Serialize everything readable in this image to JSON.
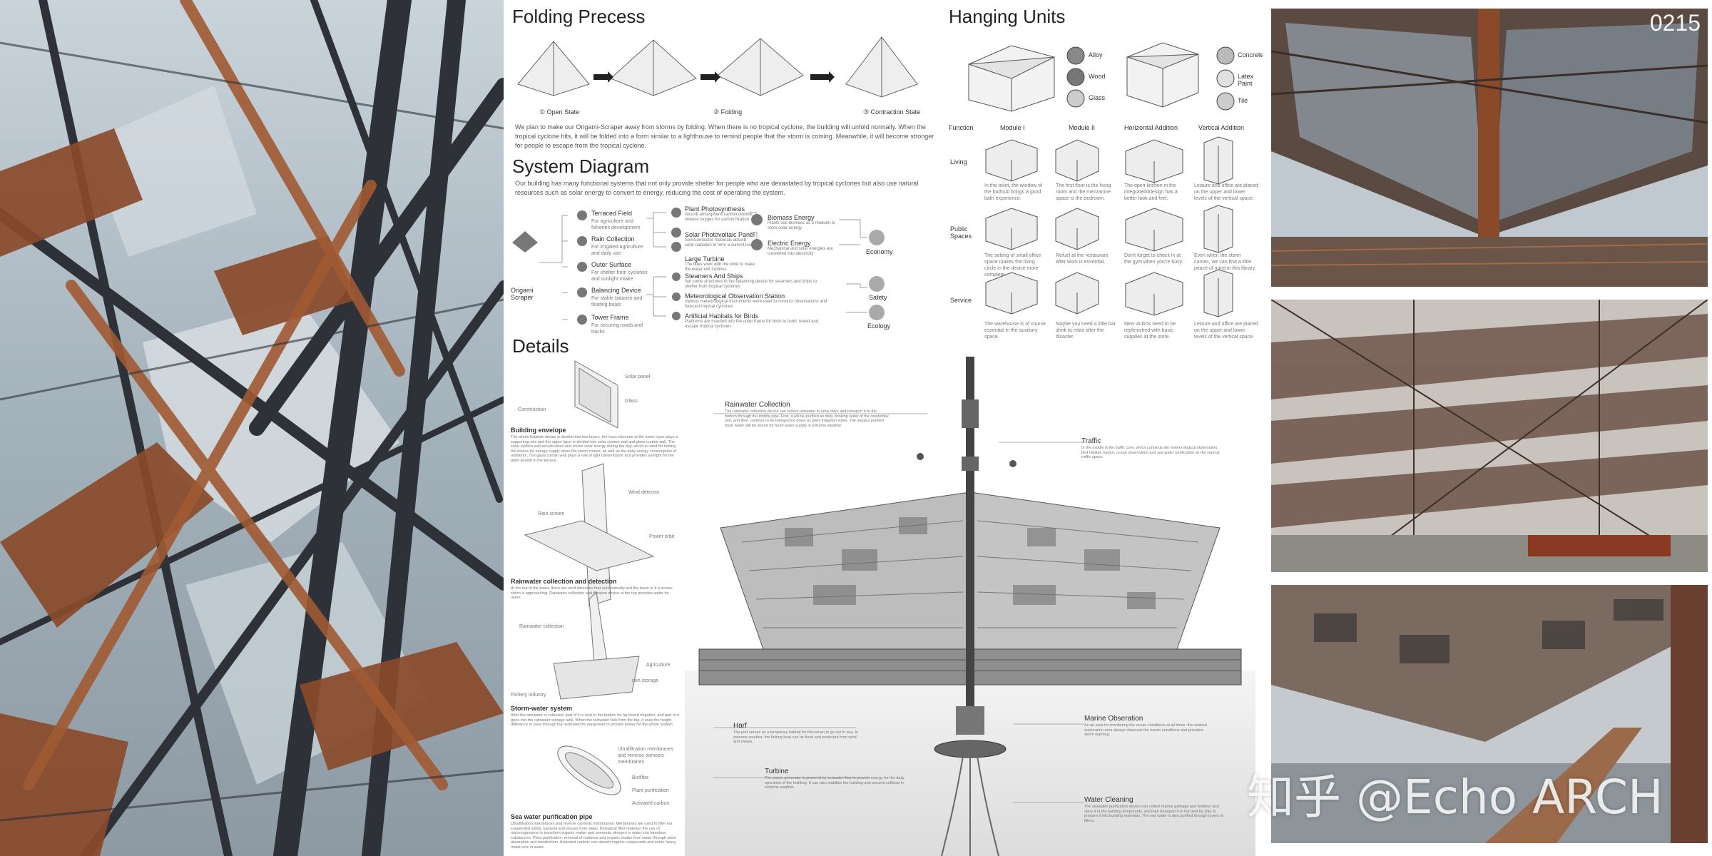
{
  "sheet_number": "0215",
  "watermark": "知乎 @Echo ARCH",
  "folding": {
    "title": "Folding Precess",
    "states": [
      "① Open State",
      "② Folding",
      "③ Contraction State"
    ],
    "text": "We plan to make our Origami-Scraper away from storms by folding. When there is no tropical cyclone, the building will unfold normally. When the tropical cyclone hits, it will be folded into a form similar to a lighthouse to remind people that the storm is coming. Meanwhile, it will become stronger for people to escape from the tropical cyclone."
  },
  "system": {
    "title": "System Diagram",
    "text": "Our building has many functional systems that not only provide shelter for people who are devastated by tropical cyclones but also use natural resources such as solar energy to convert to energy, reducing the cost of operating the system.",
    "root": "Origami Scraper",
    "components": [
      {
        "label": "Terraced Field",
        "desc": "For agriculture and fisheries development"
      },
      {
        "label": "Rain Collection",
        "desc": "For irrigated agriculture and daily use"
      },
      {
        "label": "Outer Surface",
        "desc": "For shelter from cyclones and sunlight intake"
      },
      {
        "label": "Balancing Device",
        "desc": "For stable balance and floating boats"
      },
      {
        "label": "Tower Frame",
        "desc": "For securing roads and tracks"
      }
    ],
    "processes": [
      {
        "label": "Plant Photosynthesis",
        "desc": "Absorb atmospheric carbon dioxide, release oxygen for carbon fixation"
      },
      {
        "label": "Solar Photovoltaic Panel",
        "desc": "Semiconductor materials absorb solar radiation to form a current loop"
      },
      {
        "label": "Large Turbine",
        "desc": "The tides work with the wind to make the water exit turbines"
      },
      {
        "label": "Steamers And Ships",
        "desc": "Set some structures in the balancing device for steamers and ships to shelter from tropical cyclones"
      },
      {
        "label": "Meteorological Observation Station",
        "desc": "Various meteorological instruments were used to conduct observations and forecast tropical cyclones"
      },
      {
        "label": "Artificial Habitats for Birds",
        "desc": "Platforms are inserted into the outer frame for birds to build, breed and escape tropical cyclones"
      }
    ],
    "outputs": [
      {
        "label": "Biomass Energy",
        "desc": "Plants use biomass as a medium to store solar energy"
      },
      {
        "label": "Electric Energy",
        "desc": "Mechanical and solar energies are converted into electricity"
      }
    ],
    "categories": [
      "Economy",
      "Safety",
      "Ecology"
    ]
  },
  "hanging": {
    "title": "Hanging Units",
    "materials_left": [
      "Alloy",
      "Wood",
      "Glass"
    ],
    "materials_right": [
      "Concrete",
      "Latex Paint",
      "Tile"
    ],
    "headers": [
      "Function",
      "Module I",
      "Module II",
      "Horizontal Addition",
      "Vertical Addition"
    ],
    "rows": [
      {
        "label": "Living",
        "cells": [
          "In the toilet, the window of the bathtub brings a good bath experience.",
          "The first floor is the living room and the mezzanine space is the bedroom.",
          "The open kitchen in the integratedddesign has a better look and feel.",
          "Leisure and office are placed on the upper and lower levels of the vertical space."
        ]
      },
      {
        "label": "Public Spaces",
        "cells": [
          "The setting of small office space makes the living circle in the device more complete.",
          "Refuel at the restaurant after work is essential.",
          "Don't forget to check in at the gym when you're busy.",
          "Even when the storm comes, we can find a little peace of mind in this library."
        ]
      },
      {
        "label": "Service",
        "cells": [
          "The warehouse is of course essential in the auxiliary space.",
          "Maybe you need a little bar drink to relax after the disaster.",
          "New victims need to be replenished with basic supplies at the store.",
          "Leisure and office are placed on the upper and lower levels of the vertical space."
        ]
      }
    ]
  },
  "details": {
    "title": "Details",
    "blocks": [
      {
        "title": "Building envelope",
        "text": "The whole foldable device is divided into two layers, the truss structure at the lower layer plays a supporting role and the upper layer is divided into solar system wall and glass curtain wall. The solar system wall accumulates and stores solar energy during the day, which is used for folding the device for energy supply when the storm comes, as well as the daily energy consumption of residents. The glass curtain wall plays a role of light transmission and provides sunlight for the plant growth in the terrace.",
        "labels": [
          "Solar panel",
          "Glass",
          "Construction"
        ]
      },
      {
        "title": "Rainwater collection and detection",
        "text": "At the top of the tower, there are wind detectors that automatically pull the tower in if a severe storm is approaching. Rainwater collection and filtration device at the top provides water for users.",
        "labels": [
          "Wind detector",
          "Rain screen",
          "Power orbit"
        ]
      },
      {
        "title": "Storm-water system",
        "text": "After the rainwater is collected, part of it is sent to the bottom for far inland irrigation, and part of it goes into the rainwater storage tank. When the rainwater falls from the top, it uses the height difference to pass through the hydroelectric equipment to provide power for the whole system.",
        "labels": [
          "Rainwater collection",
          "Agriculture",
          "rain storage",
          "Fishery industry"
        ]
      },
      {
        "title": "Sea water purification pipe",
        "text": "Ultrafiltration membranes and reverse osmosis membranes: Membranes are used to filter out suspended solids, bacteria and viruses from water. Biological filter material: the use of microorganisms to transform organic matter and ammonia nitrogen in water into harmless substances. Plant purification: removal of nutrients and organic matter from water through plant absorption and metabolism. Activated carbon: can absorb organic compounds and some heavy metal ions in water.",
        "labels": [
          "Ultrafiltration membranes and reverse osmosis membranes",
          "Biofilter",
          "Plant purification",
          "Activated carbon"
        ]
      }
    ],
    "annotations": [
      {
        "title": "Rainwater Collection",
        "text": "The rainwater collection device can collect rainwater in rainy days and transport it to the bottom through the middle pipe. First, it will be purified as daily drinking water of the residential unit, and then continue to be transported down as plant irrigation water. The surplus purified fresh water will be stored for fresh water supply in extreme weather."
      },
      {
        "title": "Traffic",
        "text": "In the middle is the traffic core, which connects the meteorological observation, bird habitat, harbor, ocean observation and sea water purification as the vertical traffic space."
      },
      {
        "title": "Harf",
        "text": "The port serves as a temporary habitat for fishermen to go out to sea. In extreme weather, the fishing boat can be fixed and protected from wind and waves."
      },
      {
        "title": "Marine Obseration",
        "text": "As an area for monitoring the ocean conditions at all times, the seabed exploration area always observes the ocean conditions and provides storm warning."
      },
      {
        "title": "Turbine",
        "text": "The power generator is powered by seawater flow to provide energy for the daily operation of the building. It can also stabilize the building and prevent collision in extreme weather."
      },
      {
        "title": "Water Cleaning",
        "text": "The seawater purification device can collect marine garbage and fertilizer and store it in the building temporarily, and then transport it to the land by ship to prepare it into building materials. The sea water is also purified through layers of filters."
      }
    ]
  },
  "colors": {
    "rust": "#8a4a2a",
    "steel": "#3b3f47",
    "sky": "#b8c4cc"
  }
}
